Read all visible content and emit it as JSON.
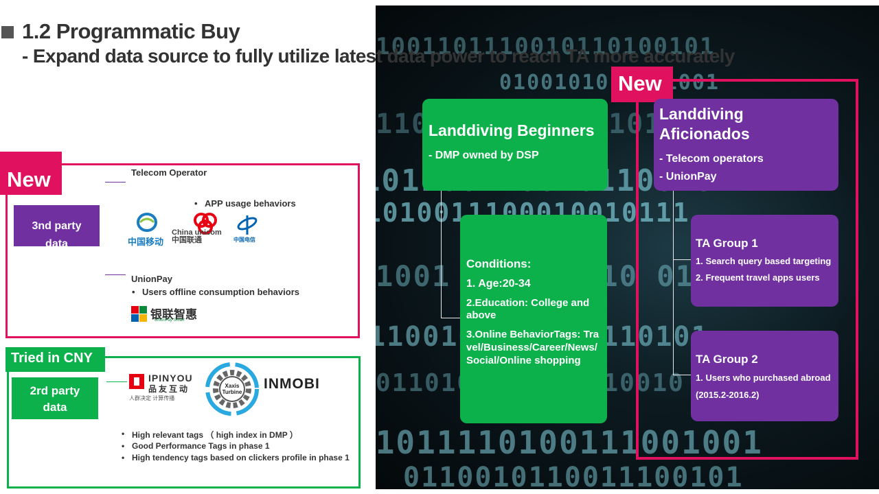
{
  "title": {
    "line1": "1.2 Programmatic Buy",
    "line2": "- Expand data source to fully utilize latest data power to reach TA more accurately"
  },
  "third_party": {
    "new_badge": "New",
    "label_line1": "3nd party",
    "label_line2": "data",
    "telecom_heading": "Telecom Operator",
    "telecom_bullet": "APP usage behaviors",
    "telecom_logos": [
      "中国移动",
      "China unicom中国联通",
      "中国电信"
    ],
    "unionpay_heading": "UnionPay",
    "unionpay_bullet": "Users offline consumption behaviors",
    "unionpay_logo": "银联智惠",
    "unionpay_logo_sub": "UnionPay Smart"
  },
  "second_party": {
    "tried_badge": "Tried in CNY",
    "label_line1": "2rd party",
    "label_line2": "data",
    "ipinyou_logo": "IPINYOU",
    "ipinyou_logo_cn": "品友互动",
    "ipinyou_logo_sub": "人群决定  计算传播",
    "xaxis_logo": "Xaxis Turbine",
    "inmobi_logo": "INMOBI",
    "bullets": [
      "High relevant tags （ high index in DMP ）",
      "Good Performance Tags in phase 1",
      "High tendency tags based on clickers profile in phase 1"
    ]
  },
  "beginners": {
    "title": "Landdiving Beginners",
    "subtitle": "- DMP owned by DSP",
    "conditions_heading": "Conditions:",
    "conditions": [
      "1. Age:20-34",
      "2.Education: College and above",
      "3.Online BehaviorTags: Travel/Business/Career/News/Social/Online shopping"
    ]
  },
  "aficionados": {
    "new_badge": "New",
    "title_line1": "Landdiving",
    "title_line2": "Aficionados",
    "sources": [
      "- Telecom operators",
      "- UnionPay"
    ],
    "group1": {
      "title": "TA Group 1",
      "items": [
        "1. Search query based targeting",
        "2. Frequent travel apps users"
      ]
    },
    "group2": {
      "title": "TA Group 2",
      "items": [
        "1. Users who purchased abroad",
        "(2015.2-2016.2)"
      ]
    }
  },
  "colors": {
    "magenta": "#e0115f",
    "green": "#0db14b",
    "purple": "#7030a0"
  }
}
